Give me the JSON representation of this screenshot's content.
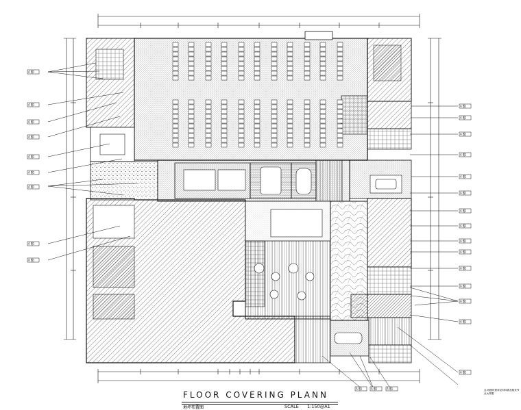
{
  "drawing": {
    "title": "FLOOR COVERING PLANN",
    "subtitle": "地坪布置图",
    "scale_label": "SCALE",
    "scale_value": "1:150@A1",
    "side_note": "注:地面材质详见材料表及相关节点大样图"
  },
  "colors": {
    "line": "#111111",
    "hatch": "#333333",
    "paper": "#ffffff"
  },
  "callouts_left": [
    {
      "code": "A  B1"
    },
    {
      "code": "A  B1"
    },
    {
      "code": "A  B1"
    },
    {
      "code": "A  B1"
    },
    {
      "code": "A  B1"
    },
    {
      "code": "A  B1"
    },
    {
      "code": "A  B1"
    },
    {
      "code": "A  B1"
    },
    {
      "code": "A  B1"
    }
  ],
  "callouts_right": [
    {
      "code": "A  B1"
    },
    {
      "code": "A  B1"
    },
    {
      "code": "A  B1"
    },
    {
      "code": "A  B1"
    },
    {
      "code": "A  B1"
    },
    {
      "code": "A  B1"
    },
    {
      "code": "A  B1"
    },
    {
      "code": "A  B1"
    },
    {
      "code": "A  B1"
    },
    {
      "code": "A  B1"
    },
    {
      "code": "A  B1"
    },
    {
      "code": "A  B1"
    },
    {
      "code": "A  B1"
    },
    {
      "code": "A  B1"
    },
    {
      "code": "A  B1"
    }
  ],
  "callouts_bottom": [
    {
      "code": "A  B1"
    },
    {
      "code": "A  B1"
    },
    {
      "code": "A  B1"
    }
  ]
}
